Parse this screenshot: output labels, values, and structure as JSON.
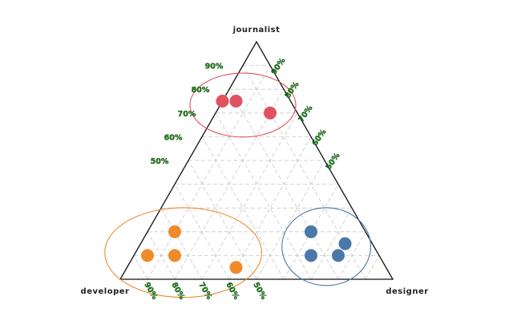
{
  "chart_data": {
    "type": "ternary-scatter",
    "axes": {
      "top": "journalist",
      "left": "developer",
      "right": "designer"
    },
    "grid": true,
    "tick_step": 0.1,
    "ticks": {
      "journalist": [
        "50%",
        "60%",
        "70%",
        "80%",
        "90%"
      ],
      "designer": [
        "50%",
        "60%",
        "70%",
        "80%",
        "90%"
      ],
      "developer": [
        "50%",
        "60%",
        "70%",
        "80%",
        "90%"
      ]
    },
    "series": [
      {
        "color": "#e0525f",
        "points": [
          {
            "journalist": 0.75,
            "developer": 0.25,
            "designer": 0.0
          },
          {
            "journalist": 0.75,
            "developer": 0.2,
            "designer": 0.05
          },
          {
            "journalist": 0.7,
            "developer": 0.1,
            "designer": 0.2
          }
        ]
      },
      {
        "color": "#f08a2a",
        "points": [
          {
            "journalist": 0.1,
            "developer": 0.85,
            "designer": 0.05
          },
          {
            "journalist": 0.1,
            "developer": 0.75,
            "designer": 0.15
          },
          {
            "journalist": 0.2,
            "developer": 0.7,
            "designer": 0.1
          },
          {
            "journalist": 0.05,
            "developer": 0.55,
            "designer": 0.4
          }
        ]
      },
      {
        "color": "#4a78a8",
        "points": [
          {
            "journalist": 0.2,
            "developer": 0.2,
            "designer": 0.6
          },
          {
            "journalist": 0.15,
            "developer": 0.1,
            "designer": 0.75
          },
          {
            "journalist": 0.1,
            "developer": 0.25,
            "designer": 0.65
          },
          {
            "journalist": 0.1,
            "developer": 0.15,
            "designer": 0.75
          }
        ]
      }
    ]
  }
}
